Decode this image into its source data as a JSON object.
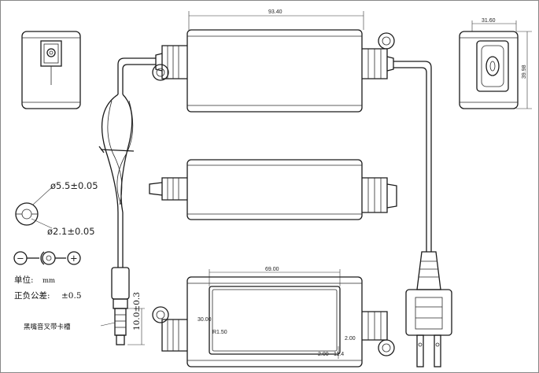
{
  "dimensions": {
    "top_length": "93.40",
    "end_width": "31.60",
    "end_height": "39.98",
    "slot_length": "69.00",
    "slot_height": "30.00",
    "slot_radius": "R1.50",
    "slot_offset_a": "2.00",
    "slot_offset_b": "2.00",
    "slot_offset_c": "11.4",
    "plug_length": "10.0±0.3"
  },
  "dc_plug": {
    "outer_diameter": "ø5.5±0.05",
    "inner_diameter": "ø2.1±0.05",
    "minus_symbol": "−",
    "plus_symbol": "+"
  },
  "notes": {
    "unit_label": "单位:",
    "unit_value": "mm",
    "tolerance_label": "正负公差:",
    "tolerance_value": "±0.5",
    "plug_note": "黑嘴音叉带卡槽"
  }
}
